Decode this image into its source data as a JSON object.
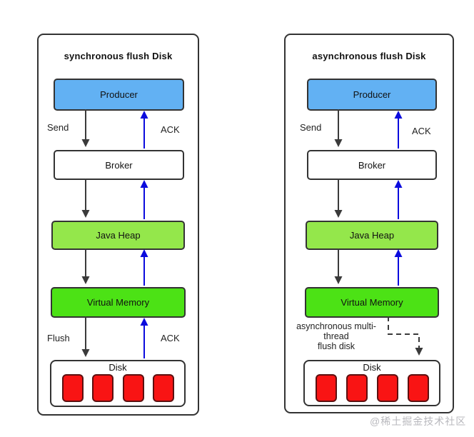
{
  "diagram": {
    "panels": [
      {
        "title": "synchronous flush Disk",
        "nodes": {
          "producer": "Producer",
          "broker": "Broker",
          "java_heap": "Java Heap",
          "virtual_memory": "Virtual Memory",
          "disk": "Disk"
        },
        "labels": {
          "send": "Send",
          "ack_top": "ACK",
          "flush": "Flush",
          "ack_bottom": "ACK"
        },
        "disk_block_count": 4,
        "edges": [
          {
            "from": "Producer",
            "to": "Broker",
            "style": "solid-black-down",
            "label": "Send"
          },
          {
            "from": "Broker",
            "to": "Producer",
            "style": "solid-blue-up",
            "label": "ACK"
          },
          {
            "from": "Broker",
            "to": "Java Heap",
            "style": "solid-black-down",
            "label": ""
          },
          {
            "from": "Java Heap",
            "to": "Broker",
            "style": "solid-blue-up",
            "label": ""
          },
          {
            "from": "Java Heap",
            "to": "Virtual Memory",
            "style": "solid-black-down",
            "label": ""
          },
          {
            "from": "Virtual Memory",
            "to": "Java Heap",
            "style": "solid-blue-up",
            "label": ""
          },
          {
            "from": "Virtual Memory",
            "to": "Disk",
            "style": "solid-black-down",
            "label": "Flush"
          },
          {
            "from": "Disk",
            "to": "Virtual Memory",
            "style": "solid-blue-up",
            "label": "ACK"
          }
        ]
      },
      {
        "title": "asynchronous flush Disk",
        "nodes": {
          "producer": "Producer",
          "broker": "Broker",
          "java_heap": "Java Heap",
          "virtual_memory": "Virtual Memory",
          "disk": "Disk"
        },
        "labels": {
          "send": "Send",
          "ack_top": "ACK",
          "flush_note_line1": "asynchronous multi-",
          "flush_note_line2": "thread",
          "flush_note_line3": "flush disk"
        },
        "disk_block_count": 4,
        "edges": [
          {
            "from": "Producer",
            "to": "Broker",
            "style": "solid-black-down",
            "label": "Send"
          },
          {
            "from": "Broker",
            "to": "Producer",
            "style": "solid-blue-up",
            "label": "ACK"
          },
          {
            "from": "Broker",
            "to": "Java Heap",
            "style": "solid-black-down",
            "label": ""
          },
          {
            "from": "Java Heap",
            "to": "Broker",
            "style": "solid-blue-up",
            "label": ""
          },
          {
            "from": "Java Heap",
            "to": "Virtual Memory",
            "style": "solid-black-down",
            "label": ""
          },
          {
            "from": "Virtual Memory",
            "to": "Java Heap",
            "style": "solid-blue-up",
            "label": ""
          },
          {
            "from": "Virtual Memory",
            "to": "Disk",
            "style": "dashed-black",
            "label": "asynchronous multi-thread flush disk"
          }
        ]
      }
    ],
    "colors": {
      "producer_fill": "#62b1f3",
      "java_heap_fill": "#94e74b",
      "virtual_memory_fill": "#4ce215",
      "disk_block_fill": "#f91414",
      "down_arrow": "#3a3a3a",
      "up_arrow": "#0b0bdd",
      "border": "#333333"
    },
    "watermark": "@稀土掘金技术社区"
  }
}
